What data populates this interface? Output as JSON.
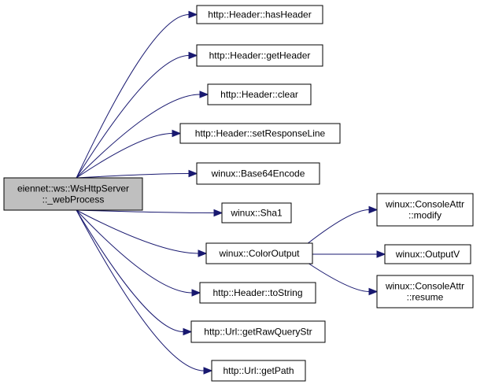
{
  "diagram": {
    "root": {
      "lines": [
        "eiennet::ws::WsHttpServer",
        "::_webProcess"
      ]
    },
    "nodes": [
      {
        "id": "hasHeader",
        "lines": [
          "http::Header::hasHeader"
        ]
      },
      {
        "id": "getHeader",
        "lines": [
          "http::Header::getHeader"
        ]
      },
      {
        "id": "clear",
        "lines": [
          "http::Header::clear"
        ]
      },
      {
        "id": "setResponseLine",
        "lines": [
          "http::Header::setResponseLine"
        ]
      },
      {
        "id": "base64",
        "lines": [
          "winux::Base64Encode"
        ]
      },
      {
        "id": "sha1",
        "lines": [
          "winux::Sha1"
        ]
      },
      {
        "id": "colorOutput",
        "lines": [
          "winux::ColorOutput"
        ]
      },
      {
        "id": "toString",
        "lines": [
          "http::Header::toString"
        ]
      },
      {
        "id": "getRawQueryStr",
        "lines": [
          "http::Url::getRawQueryStr"
        ]
      },
      {
        "id": "getPath",
        "lines": [
          "http::Url::getPath"
        ]
      },
      {
        "id": "modify",
        "lines": [
          "winux::ConsoleAttr",
          "::modify"
        ]
      },
      {
        "id": "outputV",
        "lines": [
          "winux::OutputV"
        ]
      },
      {
        "id": "resume",
        "lines": [
          "winux::ConsoleAttr",
          "::resume"
        ]
      }
    ],
    "edges": [
      [
        "root",
        "hasHeader"
      ],
      [
        "root",
        "getHeader"
      ],
      [
        "root",
        "clear"
      ],
      [
        "root",
        "setResponseLine"
      ],
      [
        "root",
        "base64"
      ],
      [
        "root",
        "sha1"
      ],
      [
        "root",
        "colorOutput"
      ],
      [
        "root",
        "toString"
      ],
      [
        "root",
        "getRawQueryStr"
      ],
      [
        "root",
        "getPath"
      ],
      [
        "colorOutput",
        "modify"
      ],
      [
        "colorOutput",
        "outputV"
      ],
      [
        "colorOutput",
        "resume"
      ]
    ],
    "colors": {
      "edge": "#191970",
      "root_fill": "#bfbfbf",
      "node_fill": "#ffffff",
      "border": "#000000"
    }
  }
}
